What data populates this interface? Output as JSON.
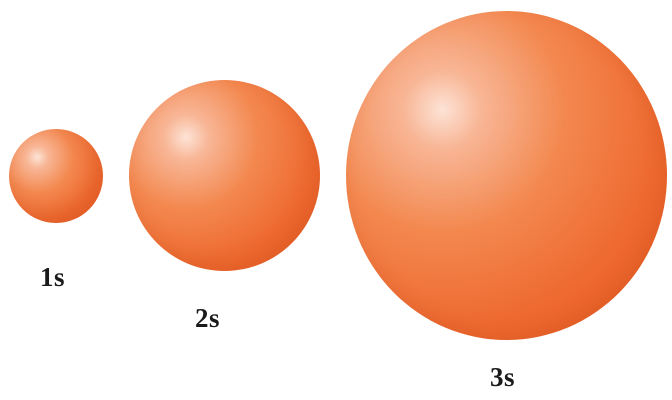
{
  "orbitals": [
    {
      "label": "1s"
    },
    {
      "label": "2s"
    },
    {
      "label": "3s"
    }
  ],
  "colors": {
    "sphere_base": "#ee6a31",
    "sphere_highlight": "#fde3d6",
    "label_text": "#1a1a1a",
    "background": "#ffffff"
  }
}
